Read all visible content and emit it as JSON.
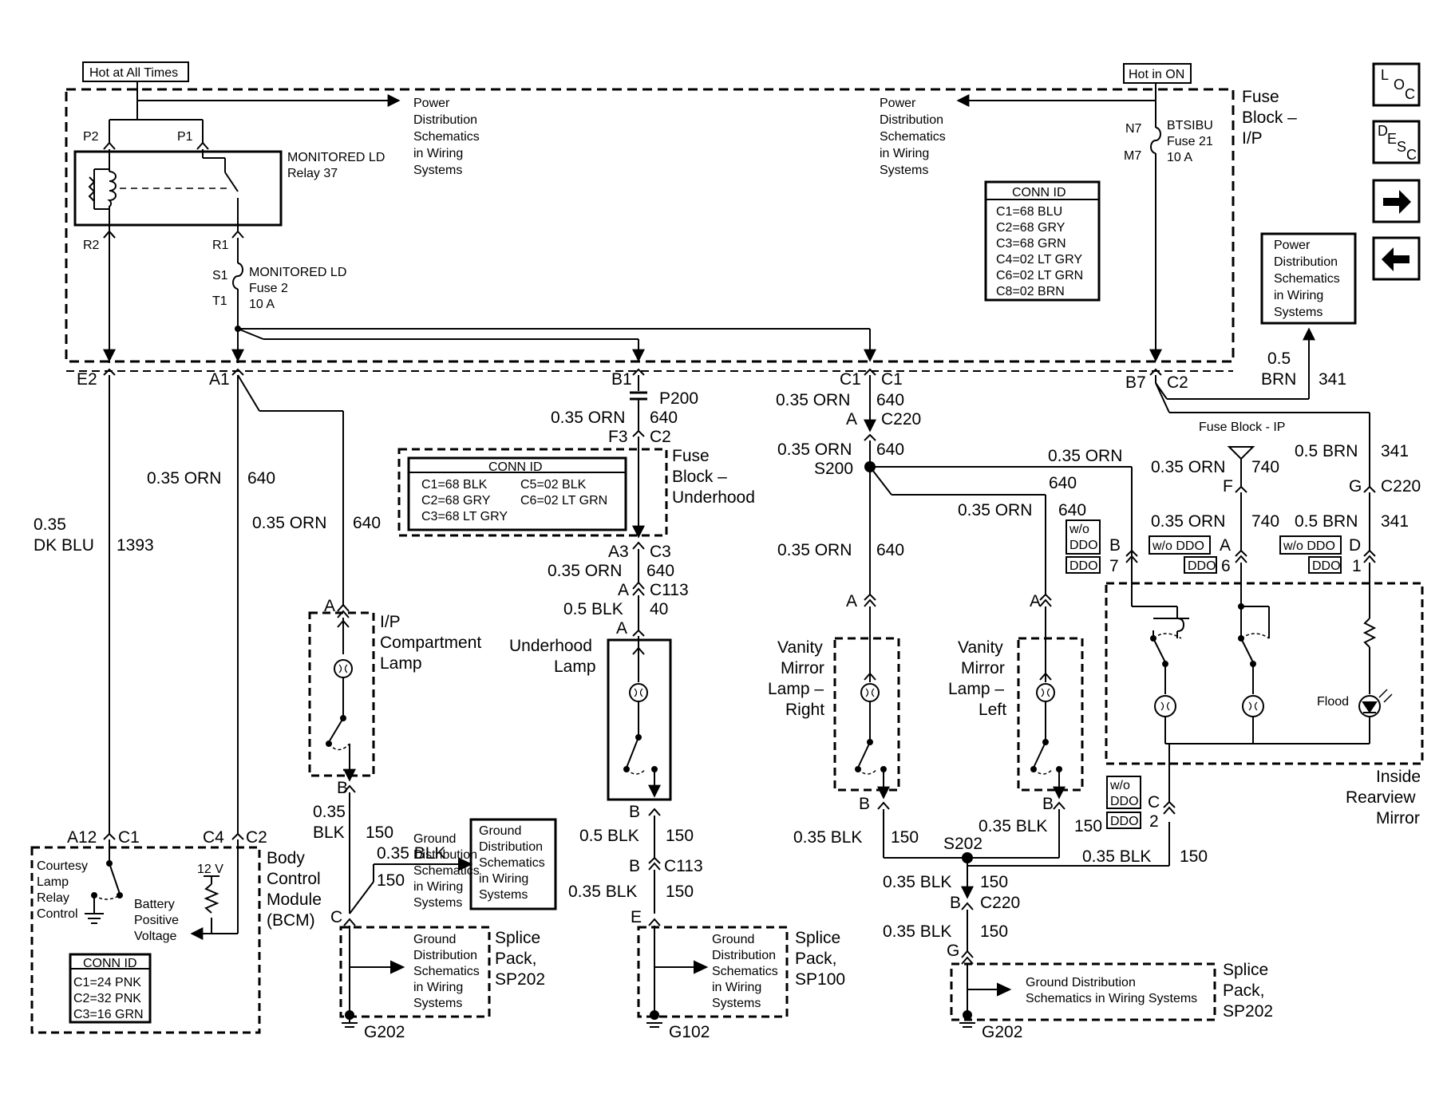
{
  "tags": {
    "hot_all": "Hot at All Times",
    "hot_on": "Hot in ON"
  },
  "fuse_block_ip": {
    "l1": "Fuse",
    "l2": "Block –",
    "l3": "I/P"
  },
  "pds": {
    "l1": "Power",
    "l2": "Distribution",
    "l3": "Schematics",
    "l4": "in Wiring",
    "l5": "Systems"
  },
  "relay": {
    "name": "MONITORED LD",
    "sub": "Relay 37",
    "p2": "P2",
    "p1": "P1",
    "r2": "R2",
    "r1": "R1"
  },
  "fuse2": {
    "name": "MONITORED LD",
    "sub": "Fuse 2",
    "amps": "10 A",
    "s1": "S1",
    "t1": "T1"
  },
  "fuse21": {
    "name": "BTSIBU",
    "sub": "Fuse 21",
    "amps": "10 A",
    "n7": "N7",
    "m7": "M7"
  },
  "conn_ip": {
    "title": "CONN ID",
    "lines": [
      "C1=68 BLU",
      "C2=68 GRY",
      "C3=68 GRN",
      "C4=02 LT GRY",
      "C6=02 LT GRN",
      "C8=02 BRN"
    ]
  },
  "conn_uh": {
    "title": "CONN ID",
    "col1": [
      "C1=68 BLK",
      "C2=68 GRY",
      "C3=68 LT GRY"
    ],
    "col2": [
      "C5=02 BLK",
      "C6=02 LT GRN"
    ]
  },
  "conn_bcm": {
    "title": "CONN ID",
    "lines": [
      "C1=24 PNK",
      "C2=32 PNK",
      "C3=16 GRN"
    ]
  },
  "fuse_uh": {
    "l1": "Fuse",
    "l2": "Block –",
    "l3": "Underhood"
  },
  "bcm": {
    "l1": "Body",
    "l2": "Control",
    "l3": "Module",
    "l4": "(BCM)",
    "courtesy": [
      "Courtesy",
      "Lamp",
      "Relay",
      "Control"
    ],
    "battery": [
      "Battery",
      "Positive",
      "Voltage"
    ],
    "v12": "12 V",
    "a12": "A12",
    "c1": "C1",
    "c4": "C4",
    "c2": "C2"
  },
  "pins": {
    "e2": "E2",
    "a1": "A1",
    "b1": "B1",
    "p200": "P200",
    "f3": "F3",
    "c2": "C2",
    "a3": "A3",
    "c3": "C3",
    "a": "A",
    "c113": "C113",
    "c1": "C1",
    "c220": "C220",
    "s200": "S200",
    "b7": "B7",
    "f": "F",
    "g": "G",
    "b": "B",
    "d": "D",
    "c": "C",
    "e": "E",
    "s202": "S202"
  },
  "wires": {
    "dkblu_gauge": "0.35",
    "dkblu_color": "DK BLU",
    "dkblu_ckt": "1393",
    "orn": "0.35 ORN",
    "orn_ckt": "640",
    "blk": "0.35 BLK",
    "blk_ckt": "150",
    "blk05": "0.5 BLK",
    "blk05_40": "40",
    "brn_gauge": "0.5",
    "brn_color": "BRN",
    "brn_ckt": "341",
    "brn05": "0.5 BRN",
    "orn740": "740",
    "blk_stack1": "0.35",
    "blk_stack2": "BLK"
  },
  "labels": {
    "ipcomp": [
      "I/P",
      "Compartment",
      "Lamp"
    ],
    "uhlamp": [
      "Underhood",
      "Lamp"
    ],
    "vmr": [
      "Vanity",
      "Mirror",
      "Lamp –",
      "Right"
    ],
    "vml": [
      "Vanity",
      "Mirror",
      "Lamp –",
      "Left"
    ],
    "inside": [
      "Inside",
      "Rearview",
      "Mirror"
    ],
    "flood": "Flood",
    "fb_ip": "Fuse Block - IP",
    "wo_ddo": "w/o DDO",
    "wo": "w/o",
    "ddo": "DDO",
    "n7pin": "7",
    "n6": "6",
    "n1": "1",
    "n2": "2",
    "gd": [
      "Ground",
      "Distribution",
      "Schematics",
      "in Wiring",
      "Systems"
    ],
    "gd_long1": "Ground Distribution",
    "gd_long2": "Schematics in Wiring Systems",
    "sp202": [
      "Splice",
      "Pack,",
      "SP202"
    ],
    "sp100": [
      "Splice",
      "Pack,",
      "SP100"
    ],
    "g202": "G202",
    "g102": "G102"
  },
  "nav": {
    "loc": [
      "L",
      "O",
      "C"
    ],
    "desc": [
      "D",
      "E",
      "S",
      "C"
    ],
    "fwd_icon": "arrow-right",
    "back_icon": "arrow-left"
  }
}
